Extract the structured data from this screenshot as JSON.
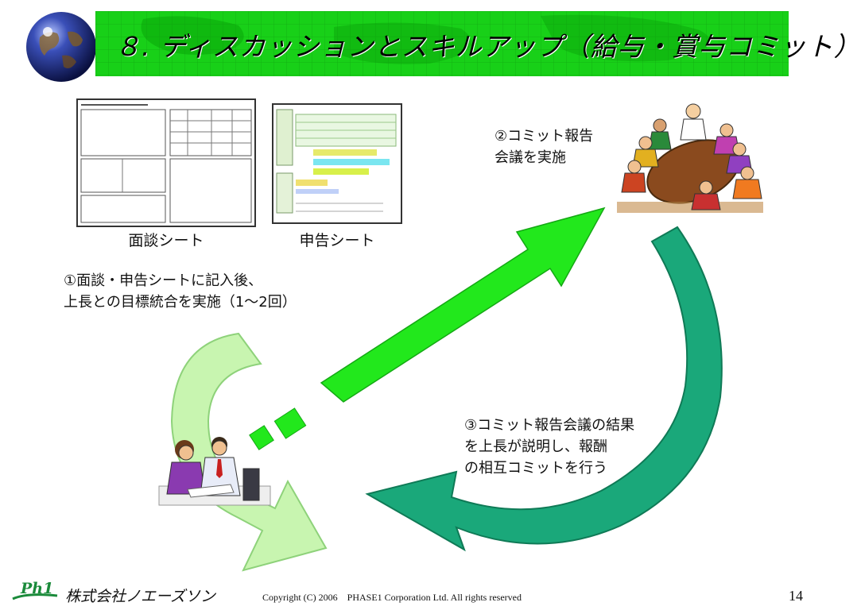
{
  "slide": {
    "title": "８. ディスカッションとスキルアップ（給与・賞与コミット）",
    "page_number": "14"
  },
  "sheets": [
    {
      "label": "面談シート"
    },
    {
      "label": "申告シート"
    }
  ],
  "steps": {
    "step1": [
      "①面談・申告シートに記入後、",
      "上長との目標統合を実施（1～2回）"
    ],
    "step2": [
      "②コミット報告",
      "会議を実施"
    ],
    "step3": [
      "③コミット報告会議の結果",
      "を上長が説明し、報酬",
      "の相互コミットを行う"
    ]
  },
  "footer": {
    "logo": "Ph1",
    "company": "株式会社ノエーズソン",
    "copyright": "Copyright (C) 2006　PHASE1 Corporation Ltd. All rights reserved"
  },
  "colors": {
    "title_band": "#18d018",
    "bright_arrow": "#22e81c",
    "teal_arrow": "#1aa87a",
    "pale_arrow": "#c8f5b0",
    "logo_green": "#1a8a3a"
  },
  "icons": [
    "globe-icon",
    "meeting-illustration",
    "discussion-illustration"
  ]
}
